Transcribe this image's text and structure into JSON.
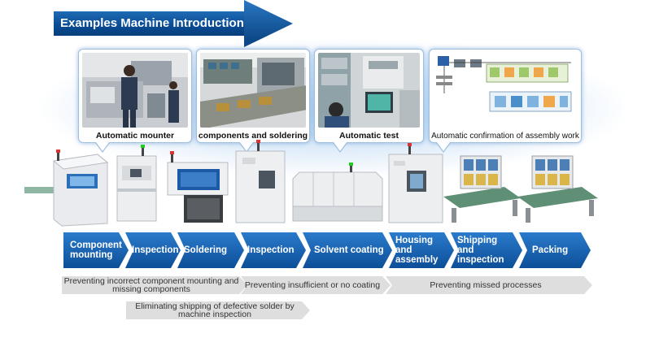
{
  "title": "Examples Machine Introduction",
  "callouts": [
    {
      "caption": "Automatic mounter",
      "photo": "factory-worker-photo"
    },
    {
      "caption": "components and soldering",
      "photo": "assembly-line-photo"
    },
    {
      "caption": "Automatic test",
      "photo": "test-station-photo"
    },
    {
      "caption": "Automatic confirmation of assembly work",
      "photo": "system-diagram-photo"
    }
  ],
  "process_steps": [
    {
      "label": "Component mounting"
    },
    {
      "label": "Inspection"
    },
    {
      "label": "Soldering"
    },
    {
      "label": "Inspection"
    },
    {
      "label": "Solvent coating"
    },
    {
      "label": "Housing and assembly"
    },
    {
      "label": "Shipping and inspection"
    },
    {
      "label": "Packing"
    }
  ],
  "preventions": [
    {
      "label": "Preventing incorrect component mounting and missing components"
    },
    {
      "label": "Preventing insufficient or no coating"
    },
    {
      "label": "Preventing missed processes"
    },
    {
      "label": "Eliminating shipping of defective solder by machine inspection"
    }
  ],
  "colors": {
    "step_blue": "#1a66b8",
    "step_blue_dark": "#0d4f98",
    "title_blue": "#0a4d96",
    "bar_grey": "#dedede"
  }
}
